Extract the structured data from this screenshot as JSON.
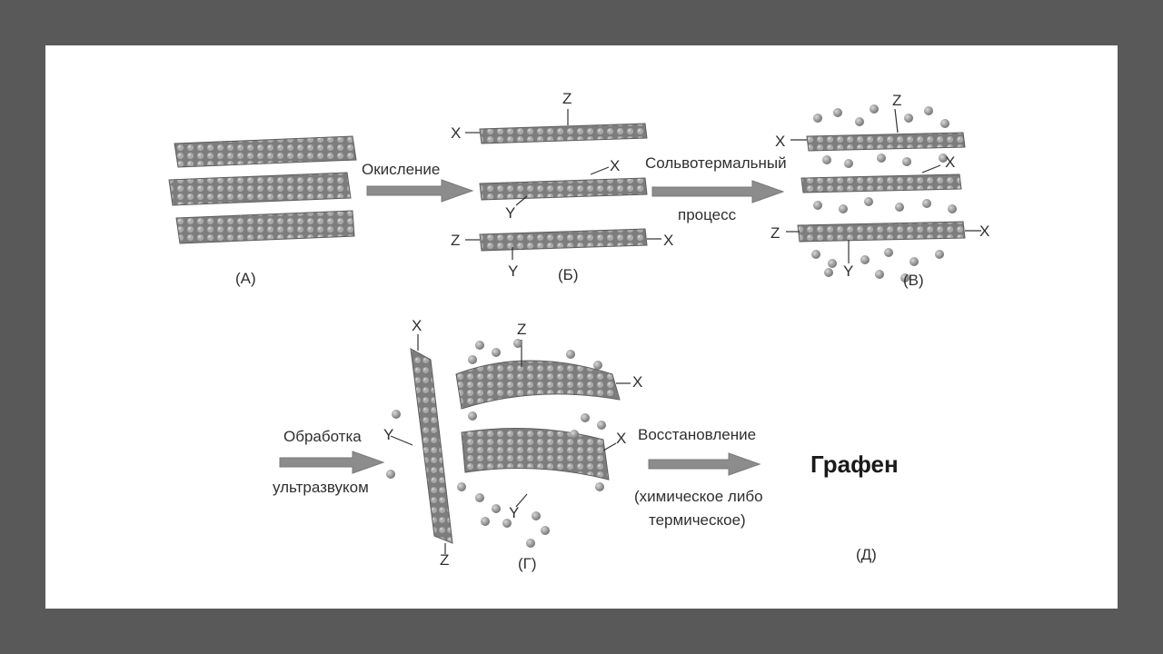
{
  "steps": {
    "oxidation": "Окисление",
    "solvothermal_1": "Сольвотермальный",
    "solvothermal_2": "процесс",
    "ultrasound_1": "Обработка",
    "ultrasound_2": "ультразвуком",
    "reduction": "Восстановление",
    "reduction_note_1": "(химическое либо",
    "reduction_note_2": "термическое)",
    "result": "Графен"
  },
  "captions": {
    "a": "(A)",
    "b": "(Б)",
    "v": "(В)",
    "g": "(Г)",
    "d": "(Д)"
  },
  "axes": {
    "x": "X",
    "y": "Y",
    "z": "Z"
  },
  "colors": {
    "background": "#595959",
    "panel": "#ffffff",
    "sheet": "#8a8a8a",
    "arrow": "#8c8c8c"
  }
}
